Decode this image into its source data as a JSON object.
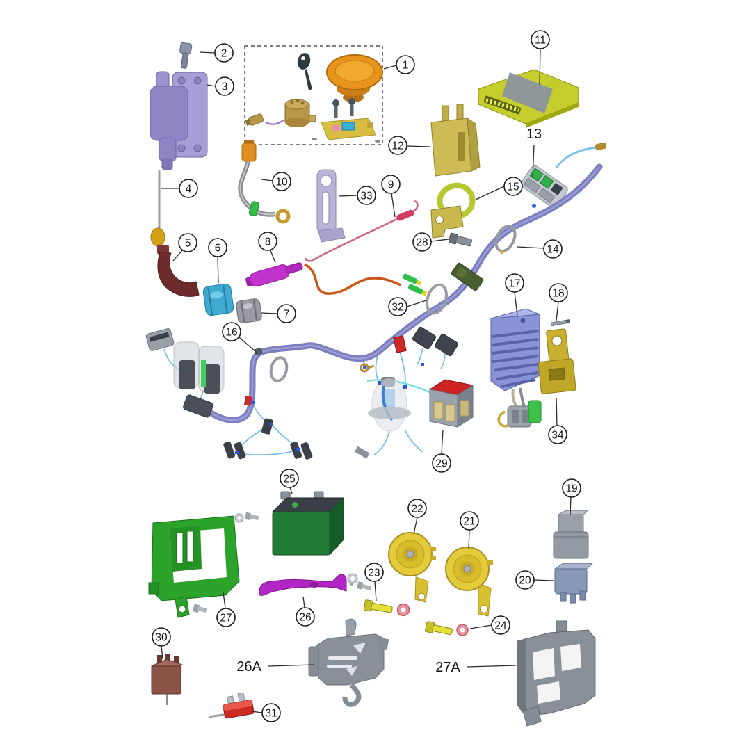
{
  "figure": {
    "type": "exploded-parts-diagram",
    "description": "Electrical system exploded parts diagram with numbered callouts",
    "background": "#ffffff"
  },
  "callouts": [
    {
      "label": "1"
    },
    {
      "label": "2"
    },
    {
      "label": "3"
    },
    {
      "label": "4"
    },
    {
      "label": "5"
    },
    {
      "label": "6"
    },
    {
      "label": "7"
    },
    {
      "label": "8"
    },
    {
      "label": "9"
    },
    {
      "label": "10"
    },
    {
      "label": "11"
    },
    {
      "label": "12"
    },
    {
      "label": "13"
    },
    {
      "label": "14"
    },
    {
      "label": "15"
    },
    {
      "label": "16"
    },
    {
      "label": "17"
    },
    {
      "label": "18"
    },
    {
      "label": "19"
    },
    {
      "label": "20"
    },
    {
      "label": "21"
    },
    {
      "label": "22"
    },
    {
      "label": "23"
    },
    {
      "label": "24"
    },
    {
      "label": "25"
    },
    {
      "label": "26"
    },
    {
      "label": "27"
    },
    {
      "label": "28"
    },
    {
      "label": "29"
    },
    {
      "label": "30"
    },
    {
      "label": "31"
    },
    {
      "label": "32"
    },
    {
      "label": "33"
    },
    {
      "label": "34"
    },
    {
      "label": "26A"
    },
    {
      "label": "27A"
    }
  ],
  "colors": {
    "coil_purple": "#9184c4",
    "bracket_lavender": "#a99dd6",
    "boot_dark_red": "#6e2b2b",
    "boot_blue": "#3fa9d0",
    "grommet_gray": "#9a9aa2",
    "plug_cap_magenta": "#c233cc",
    "wire_orange": "#cc5518",
    "cable_pink": "#d06080",
    "ecu_yellow": "#c6ce2e",
    "component_gold": "#cdbb55",
    "harness_purple": "#7b7fc0",
    "wire_blue": "#7ac0ea",
    "hook_green": "#b5c832",
    "regulator_blue": "#8a92d8",
    "relay_gray": "#9aa0a8",
    "relay_blue": "#8899b8",
    "horn_yellow": "#e3cb3a",
    "bolt_yellow": "#e6e03a",
    "washer_pink": "#e890a0",
    "battery_green": "#1e7a34",
    "strap_magenta": "#b326c6",
    "box_green": "#2ba32b",
    "ecm_red": "#cc2222",
    "relay_brown": "#8b5348",
    "fuse_red": "#cc2a22",
    "bracket_gold": "#c9b030",
    "bracket_gray": "#8a9098",
    "strap_lavender": "#b8b4d8",
    "fuel_cap_orange": "#e8941c",
    "switch_brass": "#b89848"
  }
}
